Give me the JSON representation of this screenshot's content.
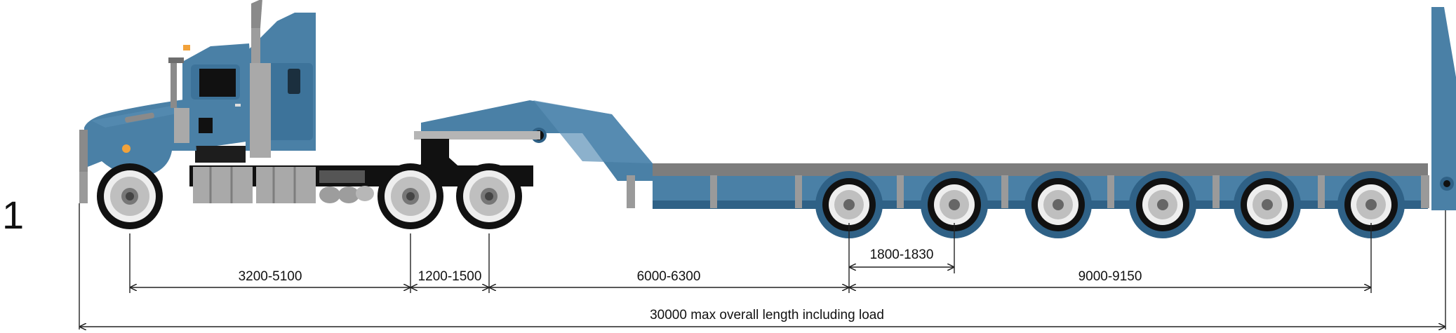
{
  "diagram": {
    "row_number": "1",
    "dimensions": {
      "tractor_wheelbase": "3200-5100",
      "tandem_spread": "1200-1500",
      "kingpin_to_axles": "6000-6300",
      "axle_spacing": "1800-1830",
      "axle_group": "9000-9150",
      "overall": "30000 max overall length including load"
    },
    "colors": {
      "body_blue": "#4a80a6",
      "body_blue_dark": "#2f6186",
      "deck_grey": "#7d7d7d",
      "chassis_black": "#111111",
      "tank_grey": "#a9a9a9"
    }
  }
}
